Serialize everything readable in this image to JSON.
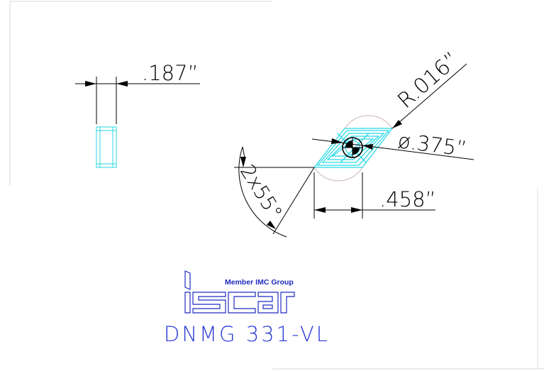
{
  "drawing": {
    "dimensions": {
      "thickness": ".187”",
      "corner_radius": "R.016”",
      "hole_diameter": "ø.375”",
      "length": ".458”",
      "angle": "2x55°"
    },
    "brand": {
      "tagline": "Member IMC Group",
      "logo": "iscar"
    },
    "part_code": "DNMG 331-VL"
  },
  "colors": {
    "line": "#000000",
    "part": "#29d8e6",
    "text": "#2a3ad6",
    "brand": "#1e2bbf"
  }
}
